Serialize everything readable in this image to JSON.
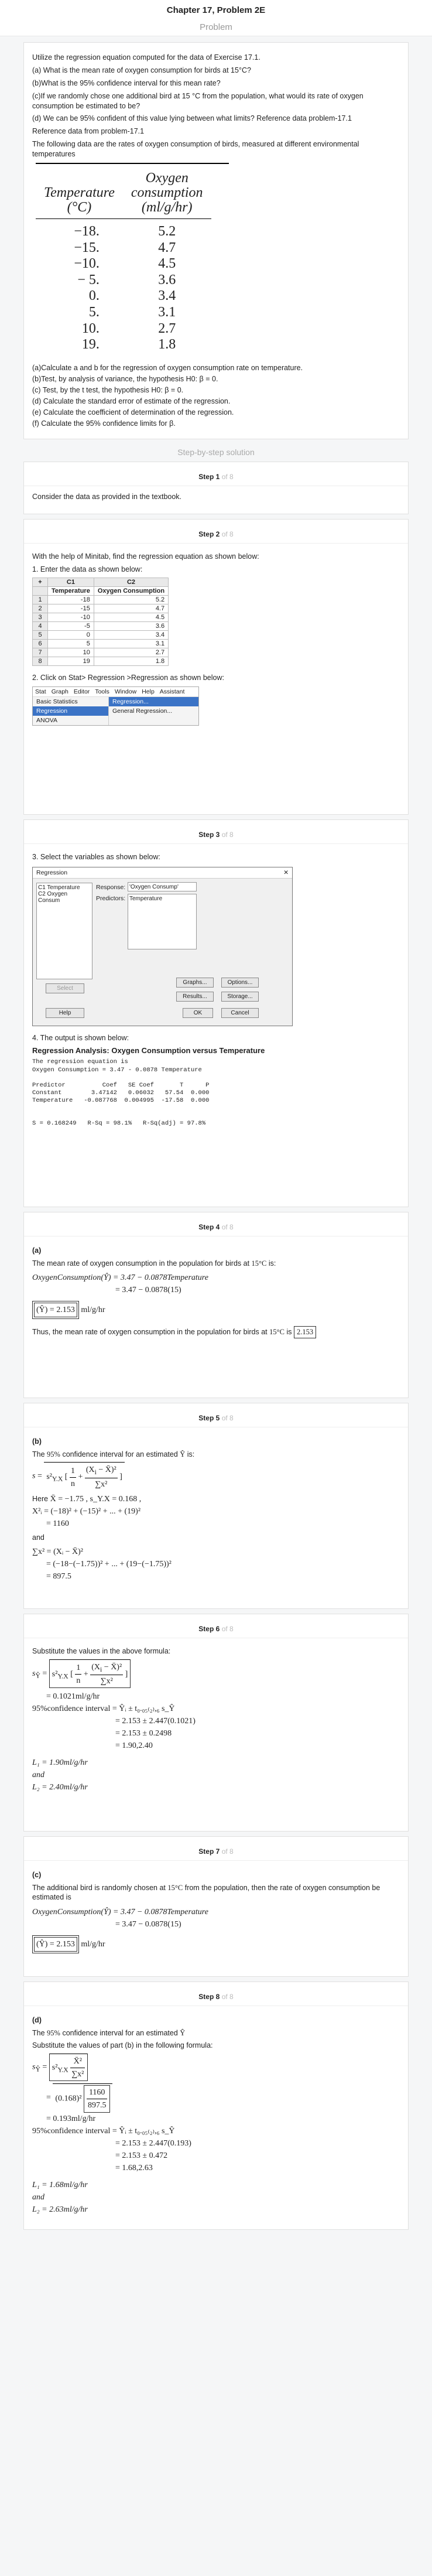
{
  "page_title": "Chapter 17, Problem 2E",
  "problem_label": "Problem",
  "problem": {
    "intro": "Utilize the regression equation computed for the data of Exercise 17.1.",
    "a": "(a) What is the mean rate of oxygen consumption for birds at 15°C?",
    "b": "(b)What is the 95% confidence interval for this mean rate?",
    "c": "(c)If we randomly chose one additional bird at 15 °C from the population, what would its rate of oxygen consumption be estimated to be?",
    "d": "(d) We can be 95% confident of this value lying between what limits? Reference data problem-17.1",
    "ref": "Reference data from problem-17.1",
    "desc": "The following data are the rates of oxygen consumption of birds, measured at different environmental temperatures",
    "col_temp_1": "Temperature",
    "col_temp_2": "(°C)",
    "col_oxy_1": "Oxygen",
    "col_oxy_2": "consumption",
    "col_oxy_3": "(ml/g/hr)",
    "rows": [
      {
        "t": "−18.",
        "o": "5.2"
      },
      {
        "t": "−15.",
        "o": "4.7"
      },
      {
        "t": "−10.",
        "o": "4.5"
      },
      {
        "t": "− 5.",
        "o": "3.6"
      },
      {
        "t": "0.",
        "o": "3.4"
      },
      {
        "t": "5.",
        "o": "3.1"
      },
      {
        "t": "10.",
        "o": "2.7"
      },
      {
        "t": "19.",
        "o": "1.8"
      }
    ],
    "tasks": [
      "(a)Calculate a and b for the regression of oxygen consumption rate on temperature.",
      "(b)Test, by analysis of variance, the hypothesis H0: β = 0.",
      "(c) Test, by the t test, the hypothesis H0: β = 0.",
      "(d) Calculate the standard error of estimate of the regression.",
      "(e) Calculate the coefficient of determination of the regression.",
      "(f) Calculate the 95% confidence limits for β."
    ]
  },
  "solution_label": "Step-by-step solution",
  "step_word": "Step",
  "of_total": "of 8",
  "steps": {
    "s1": {
      "num": "1",
      "text": "Consider the data as provided in the textbook."
    },
    "s2": {
      "num": "2",
      "text": "With the help of Minitab, find the regression equation as shown below:",
      "li1": "1. Enter the data as shown below:",
      "ws_cols": [
        "C1",
        "C2"
      ],
      "ws_headers": [
        "Temperature",
        "Oxygen Consumption"
      ],
      "ws_rows": [
        [
          "1",
          "-18",
          "5.2"
        ],
        [
          "2",
          "-15",
          "4.7"
        ],
        [
          "3",
          "-10",
          "4.5"
        ],
        [
          "4",
          "-5",
          "3.6"
        ],
        [
          "5",
          "0",
          "3.4"
        ],
        [
          "6",
          "5",
          "3.1"
        ],
        [
          "7",
          "10",
          "2.7"
        ],
        [
          "8",
          "19",
          "1.8"
        ]
      ],
      "li2": "2. Click on Stat> Regression >Regression as shown below:",
      "menu_bar": [
        "Stat",
        "Graph",
        "Editor",
        "Tools",
        "Window",
        "Help",
        "Assistant"
      ],
      "menu_left": [
        "Basic Statistics",
        "Regression",
        "ANOVA"
      ],
      "menu_right": [
        "Regression...",
        "General Regression..."
      ]
    },
    "s3": {
      "num": "3",
      "li3": "3. Select the variables as shown below:",
      "dlg_title": "Regression",
      "dlg_close": "✕",
      "dlg_vars": [
        "C1  Temperature",
        "C2  Oxygen Consum"
      ],
      "response_label": "Response:",
      "response_value": "'Oxygen Consump'",
      "predictors_label": "Predictors:",
      "predictors_value": "Temperature",
      "btn_graphs": "Graphs...",
      "btn_options": "Options...",
      "btn_results": "Results...",
      "btn_storage": "Storage...",
      "btn_select": "Select",
      "btn_help": "Help",
      "btn_ok": "OK",
      "btn_cancel": "Cancel",
      "li4": "4. The output is shown below:",
      "out_title": "Regression Analysis: Oxygen Consumption versus Temperature",
      "out_text": "The regression equation is\nOxygen Consumption = 3.47 - 0.0878 Temperature\n\nPredictor          Coef   SE Coef       T      P\nConstant        3.47142   0.06032   57.54  0.000\nTemperature   -0.087768  0.004995  -17.58  0.000\n\n\nS = 0.168249   R-Sq = 98.1%   R-Sq(adj) = 97.8%"
    },
    "s4": {
      "num": "4",
      "part": "(a)",
      "text": "The mean rate of oxygen consumption in the population for birds at",
      "temp": "15°C",
      "is": "is:",
      "eq1": "OxygenConsumption(Ŷ) = 3.47 − 0.0878Temperature",
      "eq2": "= 3.47 − 0.0878(15)",
      "eq3": "(Ŷ) = 2.153",
      "unit": "ml/g/hr",
      "thus": "Thus, the mean rate of oxygen consumption in the population for birds at",
      "thus_temp": "15°C",
      "thus_is": "is",
      "thus_val": "2.153"
    },
    "s5": {
      "num": "5",
      "part": "(b)",
      "text1": "The",
      "ci": "95%",
      "text2": "confidence interval for an estimated",
      "yhat": "Ŷ",
      "is": "is:",
      "se_lhs": "s",
      "here": "Here",
      "here_vals": "X̄ = −1.75 ,  s_Y.X = 0.168 ,",
      "sx1": "X²ᵢ = (−18)² + (−15)² + ... + (19)²",
      "sx2": "= 1160",
      "and": "and",
      "sx3": "∑x² = (Xᵢ − X̄)²",
      "sx4": "= (−18−(−1.75))² + ... + (19−(−1.75))²",
      "sx5": "= 897.5"
    },
    "s6": {
      "num": "6",
      "text": "Substitute the values in the above formula:",
      "se_val": "= 0.1021ml/g/hr",
      "ci1": "95%confidence interval = Ŷᵢ ± t₀.₀₅₍₂₎,₆ s_Ŷ",
      "ci2": "= 2.153 ± 2.447(0.1021)",
      "ci3": "= 2.153 ± 0.2498",
      "ci4": "= 1.90,2.40",
      "l1": "L₁ = 1.90ml/g/hr",
      "and": "and",
      "l2": "L₂ = 2.40ml/g/hr"
    },
    "s7": {
      "num": "7",
      "part": "(c)",
      "text1": "The additional bird is randomly chosen at",
      "temp": "15°C",
      "text2": "from the population, then the rate of oxygen consumption be estimated is",
      "eq1": "OxygenConsumption(Ŷ) = 3.47 − 0.0878Temperature",
      "eq2": "= 3.47 − 0.0878(15)",
      "eq3": "(Ŷ) = 2.153",
      "unit": "ml/g/hr"
    },
    "s8": {
      "num": "8",
      "part": "(d)",
      "text1": "The",
      "ci": "95%",
      "text2": "confidence interval for an estimated",
      "yhat": "Ŷ",
      "text3": "Substitute the values of part (b) in the following formula:",
      "sub1": "(0.168)²",
      "sub1b": "1160",
      "sub1c": "897.5",
      "sub2": "= 0.193ml/g/hr",
      "ci1": "95%confidence interval = Ŷᵢ ± t₀.₀₅₍₂₎,₆ s_Ŷ",
      "ci2": "= 2.153 ± 2.447(0.193)",
      "ci3": "= 2.153 ± 0.472",
      "ci4": "= 1.68,2.63",
      "l1": "L₁ = 1.68ml/g/hr",
      "and": "and",
      "l2": "L₂ = 2.63ml/g/hr"
    }
  }
}
